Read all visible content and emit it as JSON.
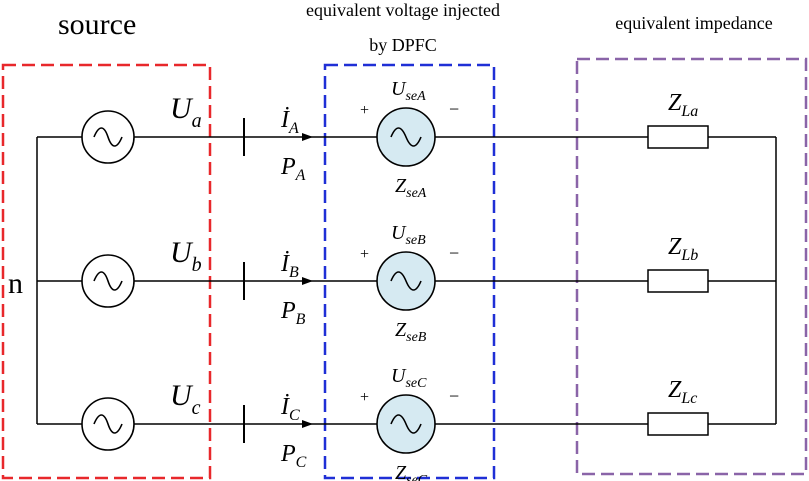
{
  "labels": {
    "source": "source",
    "injected_line1": "equivalent voltage injected",
    "injected_line2": "by DPFC",
    "impedance": "equivalent impedance",
    "neutral": "n",
    "plus": "+",
    "minus": "−"
  },
  "phases": [
    {
      "source_main": "U",
      "source_sub": "a",
      "current_main": "İ",
      "current_sub": "A",
      "power_main": "P",
      "power_sub": "A",
      "inj_main": "U",
      "inj_sub": "seA",
      "zse_main": "Z",
      "zse_sub": "seA",
      "load_main": "Z",
      "load_sub": "La"
    },
    {
      "source_main": "U",
      "source_sub": "b",
      "current_main": "İ",
      "current_sub": "B",
      "power_main": "P",
      "power_sub": "B",
      "inj_main": "U",
      "inj_sub": "seB",
      "zse_main": "Z",
      "zse_sub": "seB",
      "load_main": "Z",
      "load_sub": "Lb"
    },
    {
      "source_main": "U",
      "source_sub": "c",
      "current_main": "İ",
      "current_sub": "C",
      "power_main": "P",
      "power_sub": "C",
      "inj_main": "U",
      "inj_sub": "seC",
      "zse_main": "Z",
      "zse_sub": "seC",
      "load_main": "Z",
      "load_sub": "Lc"
    }
  ],
  "colors": {
    "source_box": "#e8282b",
    "dpfc_box": "#1f2fd6",
    "impedance_box": "#8a64a8",
    "converter_fill": "#d6eaf2",
    "wire": "#000000"
  }
}
